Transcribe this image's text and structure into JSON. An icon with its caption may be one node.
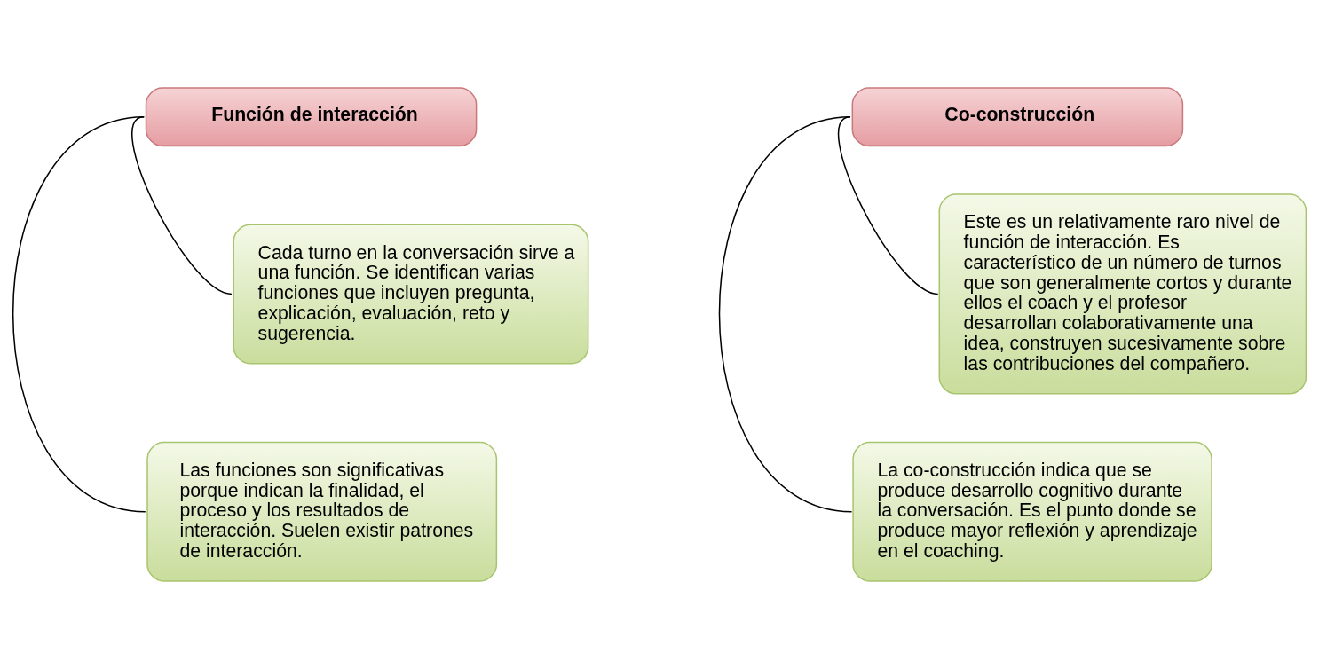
{
  "diagram": {
    "nodes": [
      {
        "text": [
          "Función de interacción"
        ]
      },
      {
        "text": [
          "Cada turno en la conversación sirve a una función. Se identifican varias funciones que incluyen pregunta, explicación, evaluación, reto y sugerencia."
        ]
      },
      {
        "text": [
          "Las funciones son significativas porque indican la finalidad, el proceso y los resultados de interacción. Suelen existir patrones de interacción."
        ]
      },
      {
        "text": [
          "Co-construcción"
        ]
      },
      {
        "text": [
          "Este es un relativamente raro nivel de función de interacción. Es característico de un número de turnos que son generalmente cortos y durante ellos el coach y el profesor desarrollan colaborativamente una idea, construyen sucesivamente sobre las contribuciones del compañero."
        ]
      },
      {
        "text": [
          "La co-construcción indica que se produce desarrollo cognitivo durante la conversación. Es el punto donde se produce mayor reflexión y aprendizaje en el coaching."
        ]
      }
    ],
    "edges": [
      {
        "from": 0,
        "to": 1,
        "arrow": "none"
      },
      {
        "from": 0,
        "to": 2,
        "arrow": "none"
      },
      {
        "from": 3,
        "to": 4,
        "arrow": "none"
      },
      {
        "from": 3,
        "to": 5,
        "arrow": "none"
      }
    ]
  }
}
